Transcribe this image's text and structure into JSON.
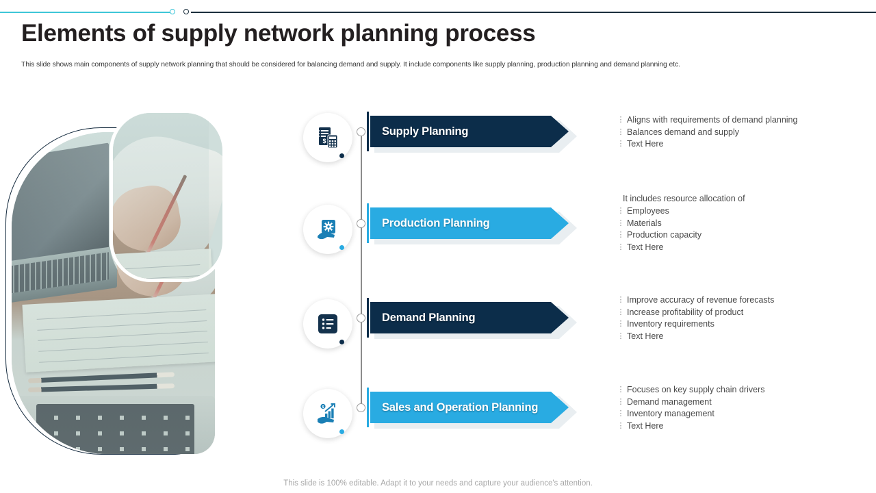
{
  "slide": {
    "title": "Elements of supply network planning process",
    "subtitle": "This slide shows main components of supply network planning that should be considered for balancing demand and supply. It include components like supply planning, production planning and demand planning etc.",
    "footer": "This slide is 100% editable. Adapt it to your needs and capture your audience's attention."
  },
  "colors": {
    "navy": "#0c2d4a",
    "cyan": "#29abe2",
    "teal_rule": "#3ec6d8",
    "dark_rule": "#1b2f3d",
    "chevron_shadow": "#e9eef1",
    "timeline": "#8c8c8c",
    "body_text": "#4a4a4a",
    "bullet_mark": "#8d8d8d"
  },
  "photo": {
    "alt": "hands writing notes next to a laptop keyboard",
    "overlay_shape": "rounded-rectangle-highlight"
  },
  "bullet_marker": "⋮",
  "rows": [
    {
      "label": "Supply Planning",
      "color": "#0c2d4a",
      "icon": "invoice-calculator-icon",
      "dot_color": "#0c2d4a",
      "lead": "",
      "bullets": [
        "Aligns with requirements of demand planning",
        "Balances demand and supply",
        "Text Here"
      ]
    },
    {
      "label": "Production Planning",
      "color": "#29abe2",
      "icon": "hand-gear-icon",
      "dot_color": "#29abe2",
      "lead": "It includes resource allocation of",
      "bullets": [
        "Employees",
        "Materials",
        "Production capacity",
        "Text Here"
      ]
    },
    {
      "label": "Demand Planning",
      "color": "#0c2d4a",
      "icon": "checklist-icon",
      "dot_color": "#0c2d4a",
      "lead": "",
      "bullets": [
        "Improve accuracy of revenue forecasts",
        "Increase profitability of product",
        "Inventory requirements",
        "Text Here"
      ]
    },
    {
      "label": "Sales and Operation Planning",
      "color": "#29abe2",
      "icon": "hand-growth-chart-icon",
      "dot_color": "#29abe2",
      "lead": "",
      "bullets": [
        "Focuses on key supply chain drivers",
        "Demand management",
        "Inventory management",
        "Text Here"
      ]
    }
  ]
}
